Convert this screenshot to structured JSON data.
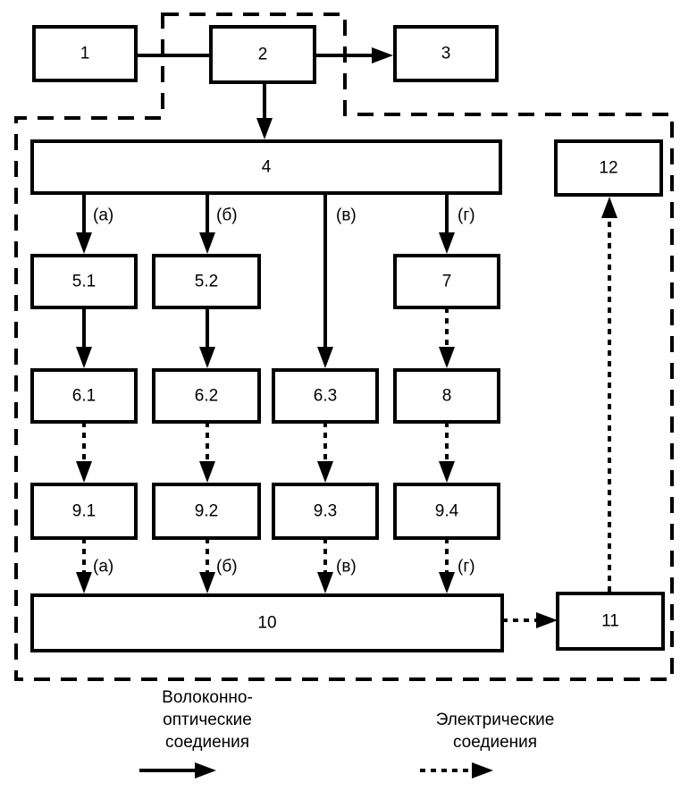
{
  "blocks": {
    "b1": "1",
    "b2": "2",
    "b3": "3",
    "b4": "4",
    "b5_1": "5.1",
    "b5_2": "5.2",
    "b7": "7",
    "b12": "12",
    "b6_1": "6.1",
    "b6_2": "6.2",
    "b6_3": "6.3",
    "b8": "8",
    "b9_1": "9.1",
    "b9_2": "9.2",
    "b9_3": "9.3",
    "b9_4": "9.4",
    "b10": "10",
    "b11": "11"
  },
  "branch_labels": {
    "a": "(а)",
    "b": "(б)",
    "v": "(в)",
    "g": "(г)"
  },
  "legend": {
    "optical_line1": "Волоконно-",
    "optical_line2": "оптические",
    "optical_line3": "соедиения",
    "electric_line1": "Электрические",
    "electric_line2": "соедиения"
  }
}
